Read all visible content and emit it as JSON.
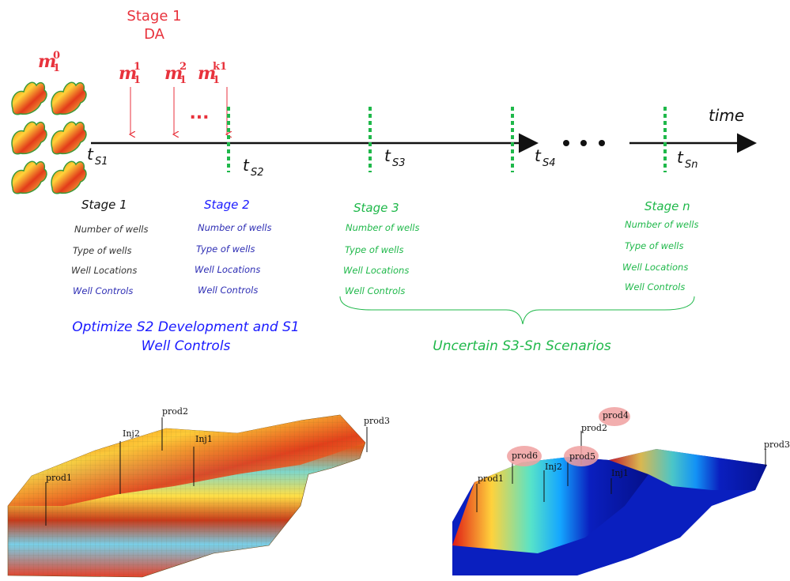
{
  "colors": {
    "red": "#e8323c",
    "black": "#111111",
    "blue": "#1a1aff",
    "indigo": "#2d2db4",
    "green": "#1fb84a",
    "gray": "#333333",
    "marker": "#f0a0a0"
  },
  "header": {
    "stage_label": "Stage 1",
    "da_label": "DA",
    "m0": "m",
    "m0_sup": "0",
    "m0_sub": "1",
    "m_series": [
      {
        "base": "m",
        "sup": "1",
        "sub": "1"
      },
      {
        "base": "m",
        "sup": "2",
        "sub": "1"
      },
      {
        "base": "m",
        "sup": "k1",
        "sub": "1"
      }
    ],
    "ellipsis": "..."
  },
  "timeline": {
    "time_label": "time",
    "stage_markers": [
      {
        "base": "t",
        "sub": "S1"
      },
      {
        "base": "t",
        "sub": "S2"
      },
      {
        "base": "t",
        "sub": "S3"
      },
      {
        "base": "t",
        "sub": "S4"
      },
      {
        "base": "t",
        "sub": "Sn"
      }
    ]
  },
  "stages": [
    {
      "title": "Stage 1",
      "items": [
        "Number of wells",
        "Type of wells",
        "Well Locations",
        "Well Controls"
      ]
    },
    {
      "title": "Stage 2",
      "items": [
        "Number of wells",
        "Type of wells",
        "Well Locations",
        "Well Controls"
      ]
    },
    {
      "title": "Stage 3",
      "items": [
        "Number of wells",
        "Type of wells",
        "Well Locations",
        "Well Controls"
      ]
    },
    {
      "title": "Stage n",
      "items": [
        "Number of wells",
        "Type of wells",
        "Well Locations",
        "Well Controls"
      ]
    }
  ],
  "summaries": {
    "optimize_line1": "Optimize S2 Development and S1",
    "optimize_line2": "Well Controls",
    "uncertain": "Uncertain S3-Sn Scenarios"
  },
  "left_model": {
    "wells": [
      "prod1",
      "Inj2",
      "prod2",
      "Inj1",
      "prod3"
    ]
  },
  "right_model": {
    "wells": [
      "prod1",
      "prod6",
      "Inj2",
      "prod5",
      "prod2",
      "prod4",
      "Inj1",
      "prod3"
    ]
  }
}
